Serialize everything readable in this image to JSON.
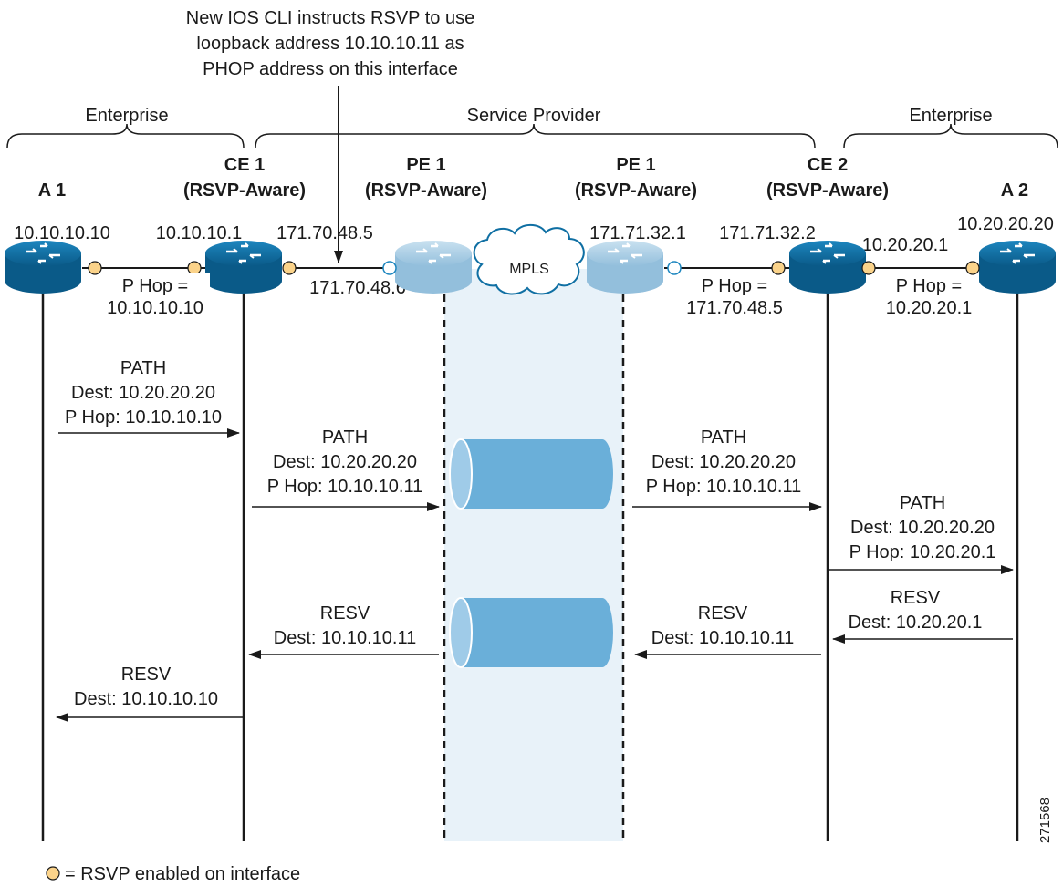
{
  "callout": {
    "line1": "New IOS CLI instructs RSVP to use",
    "line2": "loopback address 10.10.10.11 as",
    "line3": "PHOP address on this interface"
  },
  "domains": {
    "enterprise_left": "Enterprise",
    "service_provider": "Service Provider",
    "enterprise_right": "Enterprise"
  },
  "nodes": {
    "a1": {
      "name": "A 1"
    },
    "ce1": {
      "name": "CE 1",
      "sub": "(RSVP-Aware)"
    },
    "pe1a": {
      "name": "PE 1",
      "sub": "(RSVP-Aware)"
    },
    "pe1b": {
      "name": "PE 1",
      "sub": "(RSVP-Aware)"
    },
    "ce2": {
      "name": "CE 2",
      "sub": "(RSVP-Aware)"
    },
    "a2": {
      "name": "A 2"
    }
  },
  "addresses": {
    "a1": "10.10.10.10",
    "ce1_left": "10.10.10.1",
    "ce1_right": "171.70.48.5",
    "pe1a_left": "171.70.48.6",
    "pe1b_right": "171.71.32.1",
    "ce2_left": "171.71.32.2",
    "ce2_right": "10.20.20.1",
    "a2": "10.20.20.20"
  },
  "mpls_label": "MPLS",
  "phop_labels": {
    "left": {
      "l1": "P Hop =",
      "l2": "10.10.10.10"
    },
    "mid": {
      "l1": "P Hop =",
      "l2": "171.70.48.5"
    },
    "right": {
      "l1": "P Hop =",
      "l2": "10.20.20.1"
    }
  },
  "messages": {
    "path1": {
      "l1": "PATH",
      "l2": "Dest: 10.20.20.20",
      "l3": "P Hop: 10.10.10.10"
    },
    "path2": {
      "l1": "PATH",
      "l2": "Dest: 10.20.20.20",
      "l3": "P Hop: 10.10.10.11"
    },
    "path3": {
      "l1": "PATH",
      "l2": "Dest: 10.20.20.20",
      "l3": "P Hop: 10.10.10.11"
    },
    "path4": {
      "l1": "PATH",
      "l2": "Dest: 10.20.20.20",
      "l3": "P Hop: 10.20.20.1"
    },
    "resv1": {
      "l1": "RESV",
      "l2": "Dest: 10.20.20.1"
    },
    "resv2": {
      "l1": "RESV",
      "l2": "Dest: 10.10.10.11"
    },
    "resv3": {
      "l1": "RESV",
      "l2": "Dest: 10.10.10.11"
    },
    "resv4": {
      "l1": "RESV",
      "l2": "Dest: 10.10.10.10"
    }
  },
  "legend": "= RSVP enabled on interface",
  "figure_id": "271568",
  "colors": {
    "router_dark": "#0f6fa3",
    "router_light": "#a9cfe6",
    "rsvp_dot": "#fbd38a",
    "tunnel": "#6aafd9",
    "sp_shade": "#e8f2f9"
  }
}
